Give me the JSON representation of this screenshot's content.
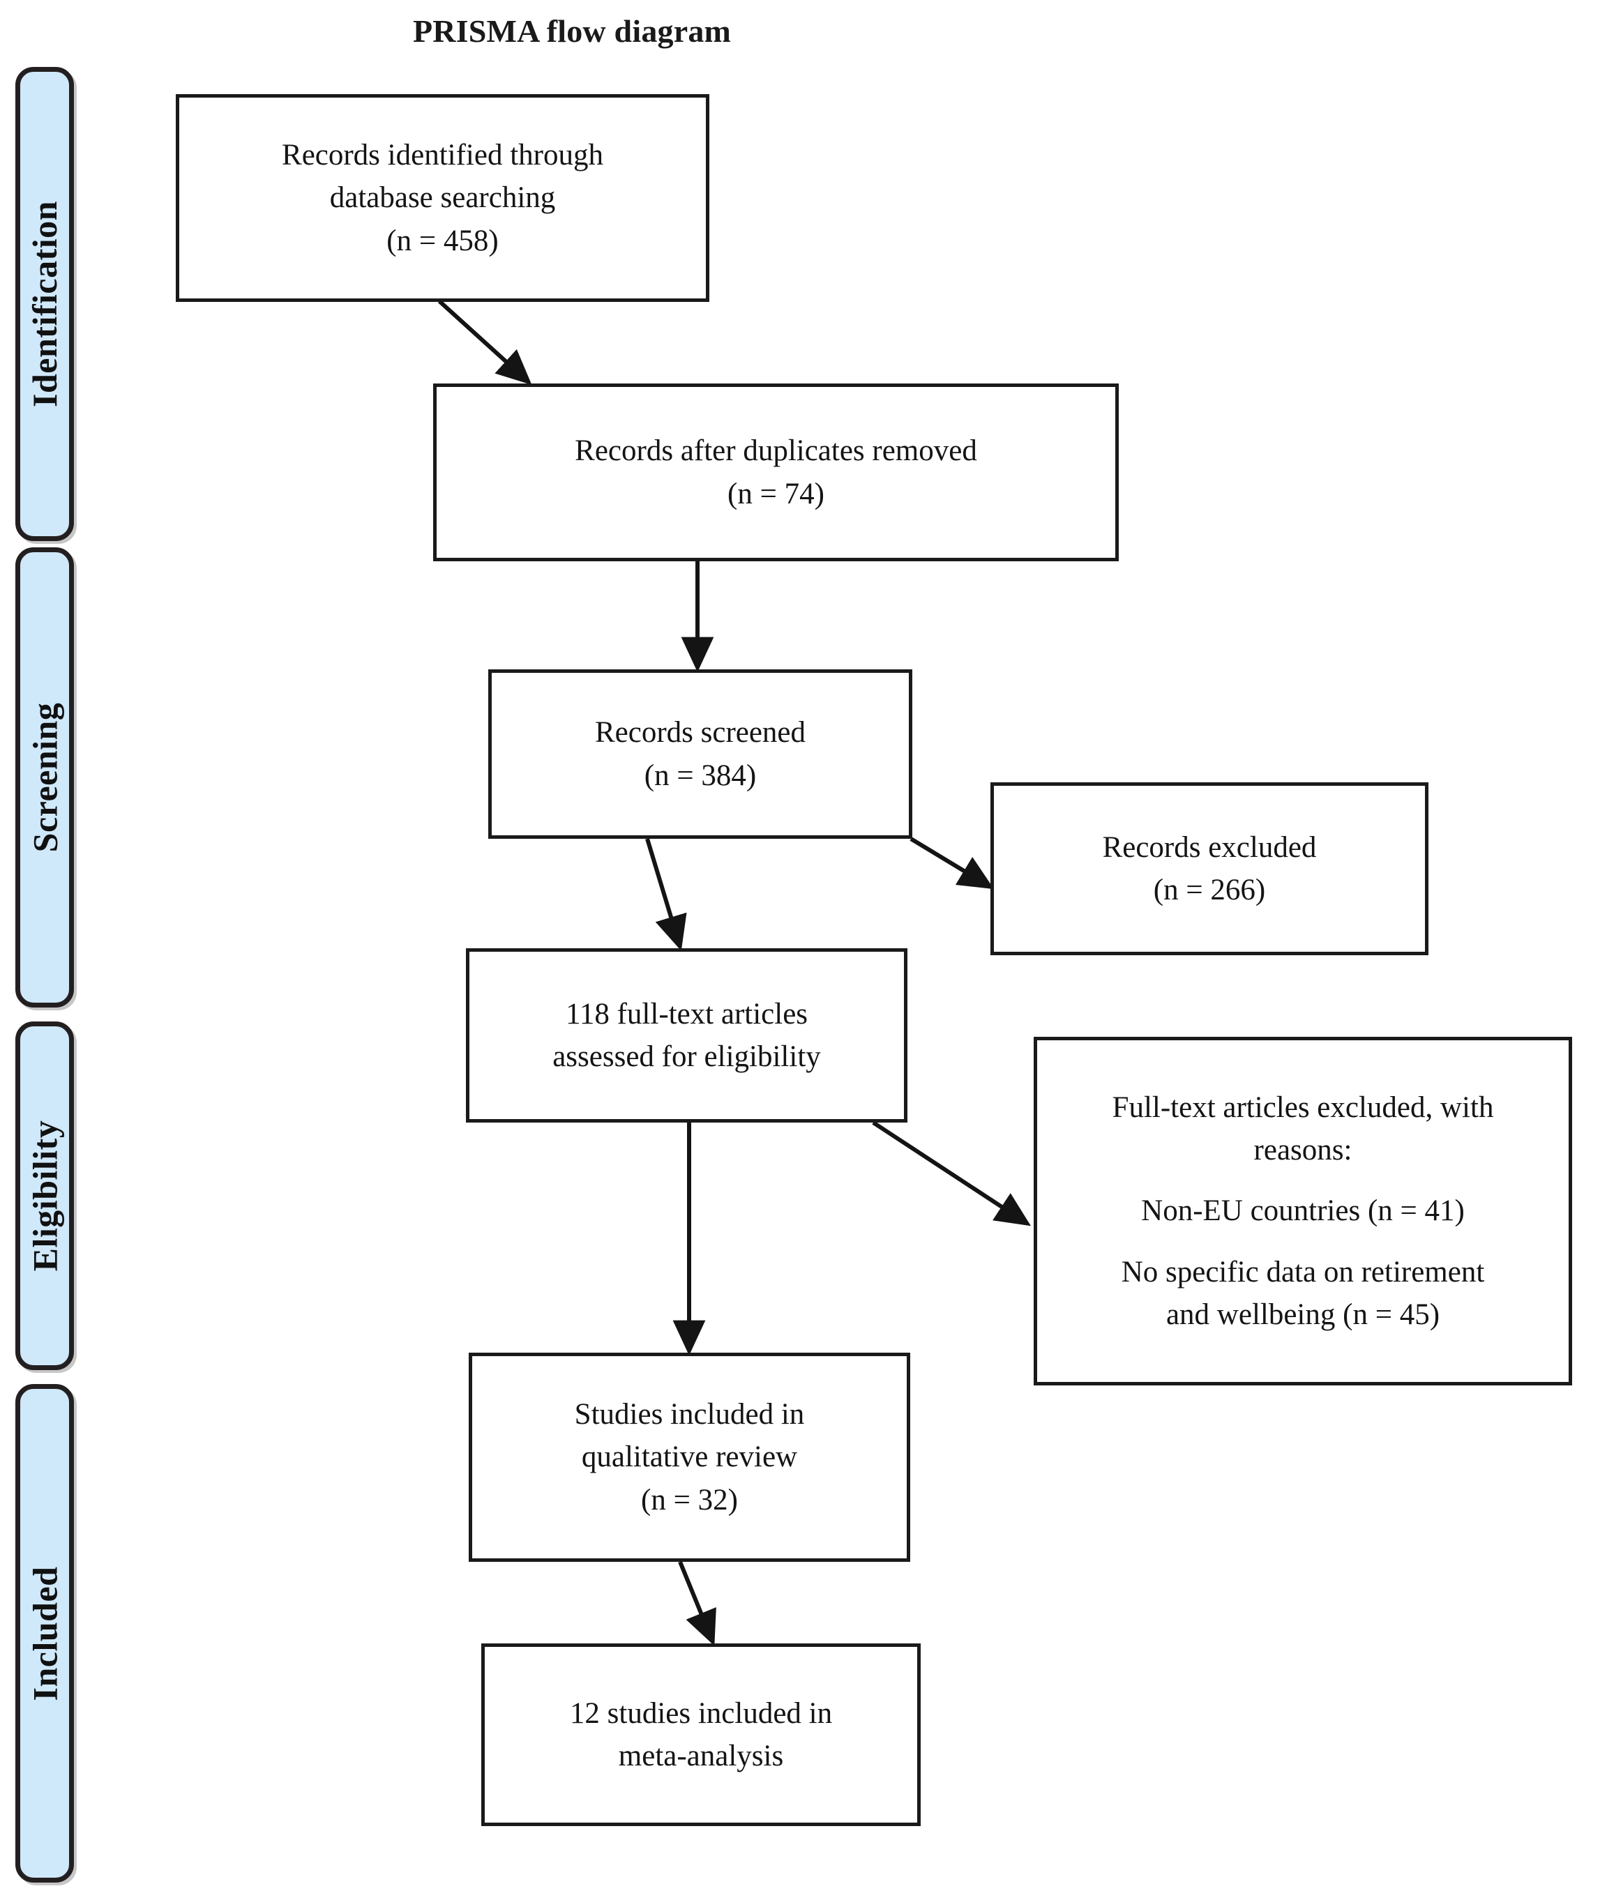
{
  "title": "PRISMA flow diagram",
  "colors": {
    "stage_fill": "#cfe8fa",
    "stage_border": "#231f20",
    "box_border": "#1a1a1a",
    "text": "#141414",
    "background": "#ffffff"
  },
  "stages": [
    {
      "id": "identification",
      "label": "Identification"
    },
    {
      "id": "screening",
      "label": "Screening"
    },
    {
      "id": "eligibility",
      "label": "Eligibility"
    },
    {
      "id": "included",
      "label": "Included"
    }
  ],
  "boxes": {
    "records_identified": {
      "line1": "Records identified through",
      "line2": "database searching",
      "line3": "(n = 458)"
    },
    "records_after_duplicates": {
      "line1": "Records after duplicates removed",
      "line2": "(n = 74)"
    },
    "records_screened": {
      "line1": "Records screened",
      "line2": "(n = 384)"
    },
    "records_excluded": {
      "line1": "Records excluded",
      "line2": "(n = 266)"
    },
    "fulltext_assessed": {
      "line1": "118 full-text articles",
      "line2": "assessed for eligibility"
    },
    "fulltext_excluded": {
      "line1": "Full-text articles excluded, with",
      "line2": "reasons:",
      "line3": "Non-EU countries (n = 41)",
      "line4": "No specific data on retirement",
      "line5": "and wellbeing (n = 45)"
    },
    "qualitative_review": {
      "line1": "Studies included in",
      "line2": "qualitative review",
      "line3": "(n = 32)"
    },
    "meta_analysis": {
      "line1": "12 studies included in",
      "line2": "meta-analysis"
    }
  },
  "counts": {
    "identified": 458,
    "after_duplicates": 74,
    "screened": 384,
    "excluded": 266,
    "fulltext_assessed": 118,
    "excluded_non_eu": 41,
    "excluded_no_data": 45,
    "qualitative": 32,
    "meta_analysis": 12
  },
  "connectors": [
    {
      "id": "identified-to-duplicates",
      "from": "records_identified",
      "to": "records_after_duplicates"
    },
    {
      "id": "duplicates-to-screened",
      "from": "records_after_duplicates",
      "to": "records_screened"
    },
    {
      "id": "screened-to-fulltext",
      "from": "records_screened",
      "to": "fulltext_assessed"
    },
    {
      "id": "screened-to-excluded",
      "from": "records_screened",
      "to": "records_excluded"
    },
    {
      "id": "fulltext-to-qualitative",
      "from": "fulltext_assessed",
      "to": "qualitative_review"
    },
    {
      "id": "fulltext-to-fulltext-excluded",
      "from": "fulltext_assessed",
      "to": "fulltext_excluded"
    },
    {
      "id": "qualitative-to-meta",
      "from": "qualitative_review",
      "to": "meta_analysis"
    }
  ]
}
